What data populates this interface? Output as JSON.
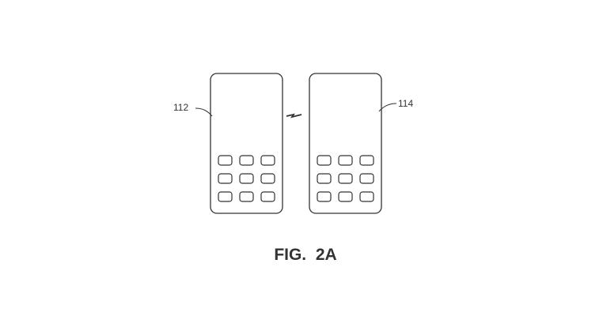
{
  "figure": {
    "caption": "FIG.  2A",
    "line_color": "#333333",
    "devices": [
      {
        "ref": "112",
        "icon": "mobile-device-icon",
        "keypad_rows": 3,
        "keypad_cols": 3
      },
      {
        "ref": "114",
        "icon": "mobile-device-icon",
        "keypad_rows": 3,
        "keypad_cols": 3
      }
    ],
    "link_icon": "wireless-link-icon"
  }
}
